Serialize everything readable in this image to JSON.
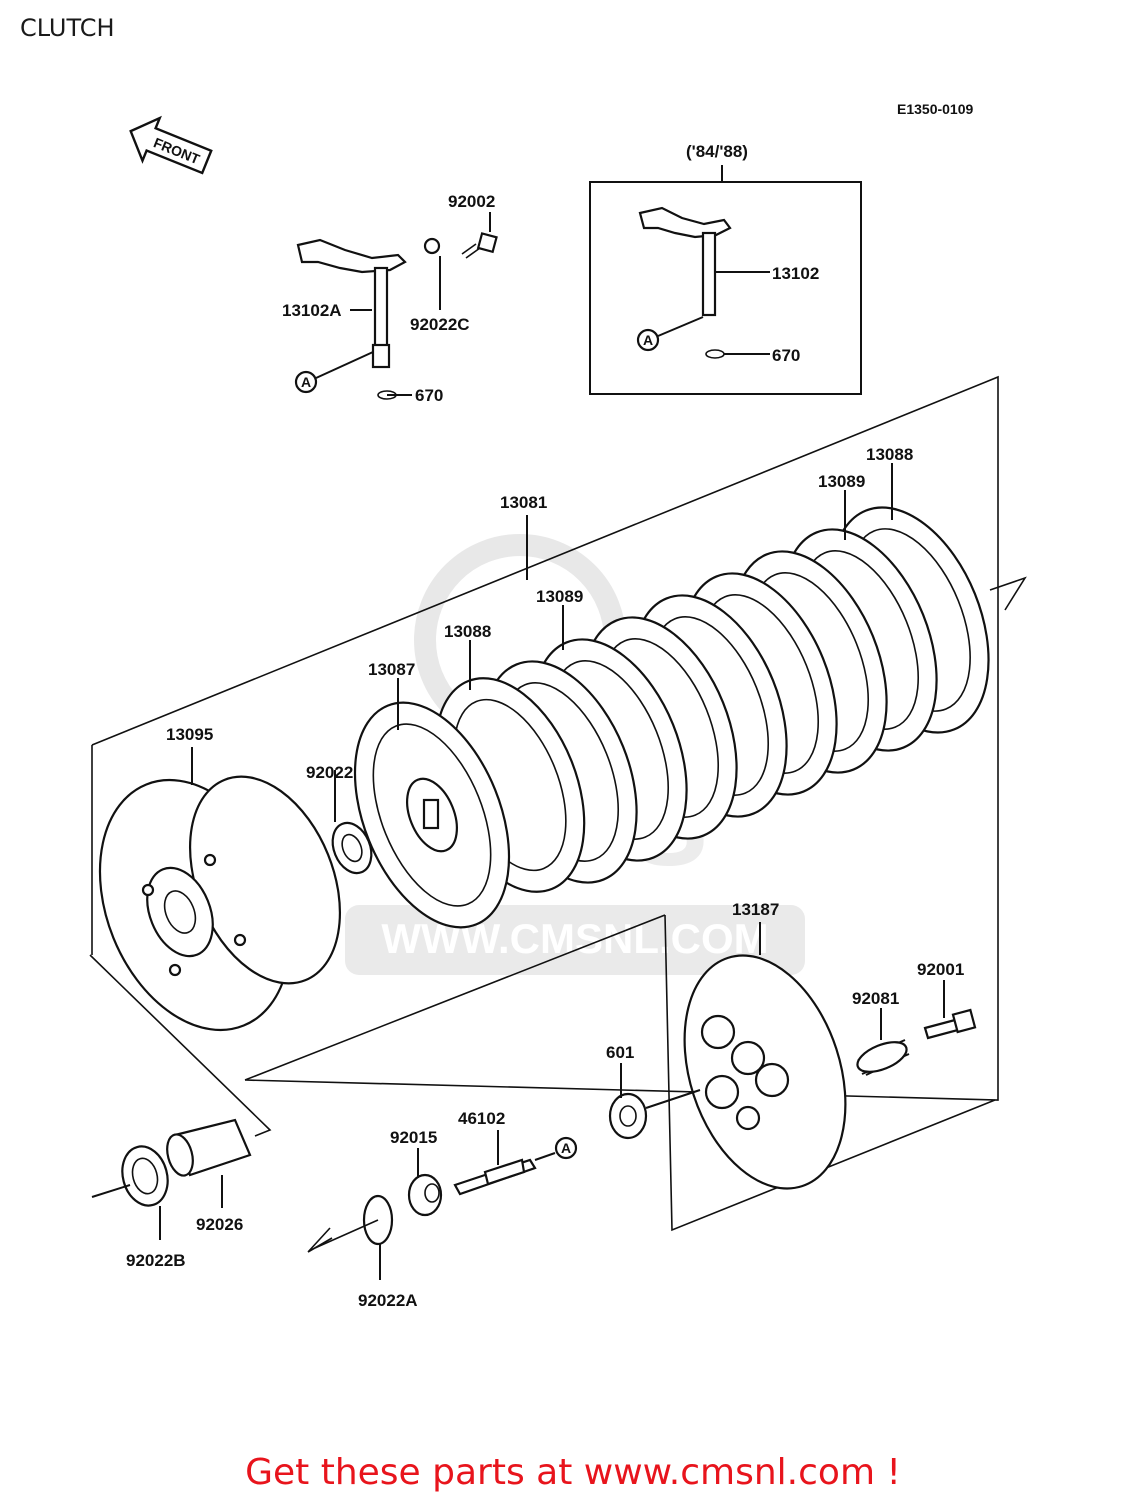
{
  "header": {
    "title": "CLUTCH"
  },
  "diagram": {
    "code": "E1350-0109",
    "front_arrow": "FRONT",
    "variant_label": "('84/'88)",
    "watermark": "WWW.CMSNL.COM",
    "parts": {
      "p13102A": "13102A",
      "p92002": "92002",
      "p92022C": "92022C",
      "p670a": "670",
      "refA1": "A",
      "p13102": "13102",
      "p670b": "670",
      "refA2": "A",
      "p13081": "13081",
      "p13088a": "13088",
      "p13089a": "13089",
      "p13089b": "13089",
      "p13088b": "13088",
      "p13087": "13087",
      "p13095": "13095",
      "p92022": "92022",
      "p13187": "13187",
      "p92001": "92001",
      "p92081": "92081",
      "p601": "601",
      "p46102": "46102",
      "p92015": "92015",
      "refA3": "A",
      "p92026": "92026",
      "p92022B": "92022B",
      "p92022A": "92022A"
    }
  },
  "footer": {
    "cta": "Get these parts at www.cmsnl.com !"
  },
  "colors": {
    "cta": "#e8141c",
    "ink": "#111111",
    "watermark": "#d9d9d9"
  }
}
